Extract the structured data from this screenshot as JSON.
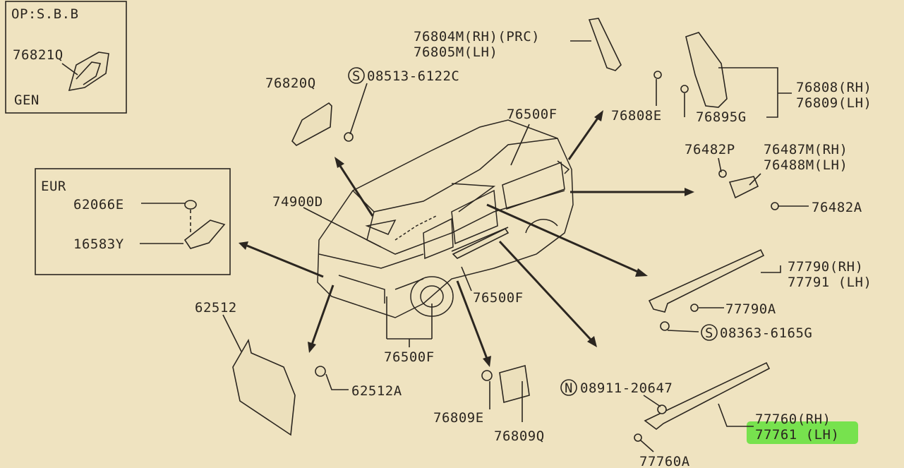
{
  "boxes": {
    "op": {
      "title": "OP:S.B.B",
      "part": "76821Q",
      "note": "GEN"
    },
    "eur": {
      "title": "EUR",
      "parts": [
        "62066E",
        "16583Y"
      ]
    }
  },
  "labels": {
    "l_76804": "76804M(RH)(PRC)",
    "l_76805": "76805M(LH)",
    "l_76820Q": "76820Q",
    "l_08513": "08513-6122C",
    "l_76500F_top": "76500F",
    "l_76808E": "76808E",
    "l_76895G": "76895G",
    "l_76808": "76808(RH)",
    "l_76809": "76809(LH)",
    "l_76482P": "76482P",
    "l_76487M": "76487M(RH)",
    "l_76488M": "76488M(LH)",
    "l_76482A": "76482A",
    "l_74900D": "74900D",
    "l_77790": "77790(RH)",
    "l_77791": "77791 (LH)",
    "l_77790A": "77790A",
    "l_08363": "08363-6165G",
    "l_62512": "62512",
    "l_62512A": "62512A",
    "l_76500F_mid": "76500F",
    "l_76500F_bot": "76500F",
    "l_76809E": "76809E",
    "l_76809Q": "76809Q",
    "l_08911": "08911-20647",
    "l_77760": "77760(RH)",
    "l_77761": "77761 (LH)",
    "l_77760A": "77760A"
  },
  "symbols": {
    "s": "S",
    "n": "N"
  },
  "highlight": {
    "color": "#62e23a",
    "target": "77761 (LH)"
  },
  "colors": {
    "paper": "#efe3c0",
    "ink": "#2b2620"
  }
}
